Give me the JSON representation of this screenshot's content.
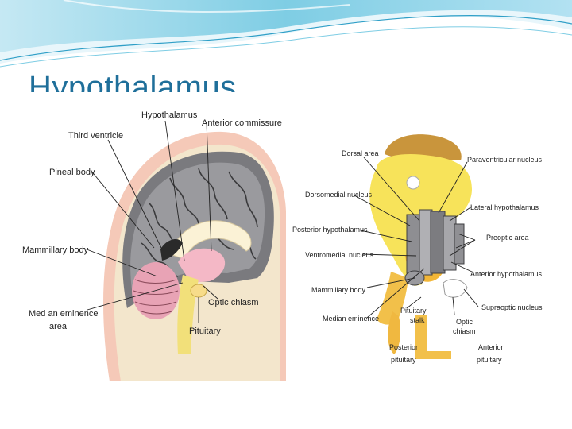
{
  "slide": {
    "title": "Hypothalamus"
  },
  "left_diagram": {
    "labels": {
      "hypothalamus": "Hypothalamus",
      "anterior_commissure": "Anterior commissure",
      "third_ventricle": "Third ventricle",
      "pineal_body": "Pineal body",
      "mammillary_body": "Mammillary body",
      "median_eminence_l1": "Med an eminence",
      "median_eminence_l2": "area",
      "optic_chiasm": "Optic chiasm",
      "pituitary": "Pituitary"
    }
  },
  "right_diagram": {
    "labels": {
      "dorsal_area": "Dorsal area",
      "paraventricular_nucleus": "Paraventricular nucleus",
      "dorsomedial_nucleus": "Dorsomedial nucleus",
      "lateral_hypothalamus": "Lateral hypothalamus",
      "posterior_hypothalamus": "Posterior hypothalamus",
      "preoptic_area": "Preoptic area",
      "ventromedial_nucleus": "Ventromedial nucleus",
      "anterior_hypothalamus": "Anterior hypothalamus",
      "mammillary_body": "Mammillary body",
      "supraoptic_nucleus": "Supraoptic nucleus",
      "pituitary_stalk_l1": "Pituitary",
      "pituitary_stalk_l2": "stalk",
      "median_eminence": "Median eminence",
      "optic_chiasm_l1": "Optic",
      "optic_chiasm_l2": "chiasm",
      "posterior_pituitary_l1": "Posterior",
      "posterior_pituitary_l2": "pituitary",
      "anterior_pituitary_l1": "Anterior",
      "anterior_pituitary_l2": "pituitary"
    }
  }
}
